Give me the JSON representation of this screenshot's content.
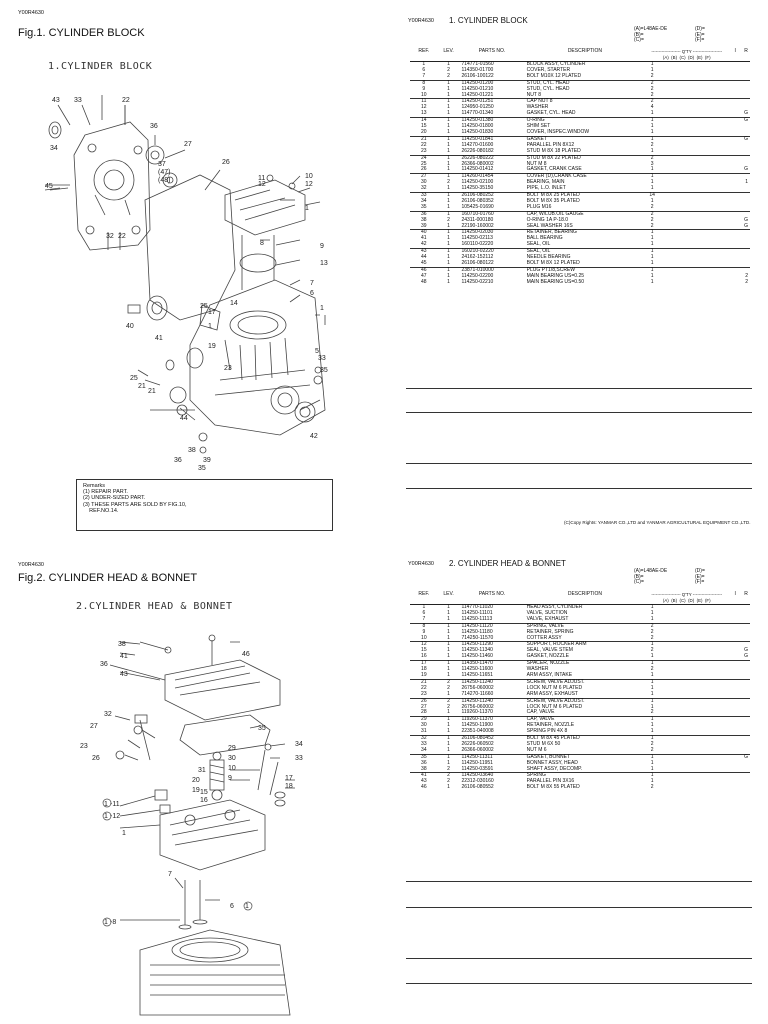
{
  "page1": {
    "doc_id_left": "Y00R4630",
    "fig_title": "Fig.1.  CYLINDER BLOCK",
    "drawing_title": "1.CYLINDER BLOCK",
    "callouts": [
      "43",
      "33",
      "22",
      "36",
      "27",
      "37",
      "47",
      "48",
      "34",
      "45",
      "32",
      "22",
      "11",
      "10",
      "12",
      "26",
      "2",
      "1",
      "8",
      "9",
      "13",
      "7",
      "6",
      "14",
      "40",
      "25",
      "17",
      "1",
      "41",
      "1",
      "19",
      "21",
      "23",
      "44",
      "25",
      "21",
      "38",
      "36",
      "39",
      "35",
      "5",
      "42",
      "1",
      "33",
      "35"
    ],
    "remarks_title": "Remarks",
    "remarks": [
      "(1) REPAIR PART.",
      "(2) UNDER-SIZED PART.",
      "(3) THESE PARTS ARE SOLD BY FIG.10,",
      "    REF.NO.14."
    ],
    "doc_id_right": "Y00R4630",
    "section_title": "1.  CYLINDER BLOCK",
    "models": {
      "a": "(A)=L48AE-DE",
      "b": "(B)=",
      "c": "(C)=",
      "d": "(D)=",
      "e": "(E)=",
      "f": "(F)="
    },
    "headers": {
      "ref": "REF.",
      "lev": "LEV.",
      "pn": "PARTS NO.",
      "desc": "DESCRIPTION",
      "qty": "--------------------  Q'TY  --------------------",
      "i": "I",
      "r": "R",
      "a": "(A)",
      "b": "(B)",
      "c": "(C)",
      "d": "(D)",
      "e": "(E)",
      "f": "(F)"
    },
    "rows": [
      {
        "ref": "1",
        "lev": "1",
        "pn": "714771-01560",
        "desc": "BLOCK ASSY, CYLINDER",
        "qty": "1",
        "r": "",
        "grp": false
      },
      {
        "ref": "6",
        "lev": "2",
        "pn": "114350-01700",
        "desc": "COVER, STARTER",
        "qty": "1",
        "r": "",
        "grp": false
      },
      {
        "ref": "7",
        "lev": "2",
        "pn": "26106-100122",
        "desc": "BOLT M10X 12 PLATED",
        "qty": "2",
        "r": "",
        "grp": false
      },
      {
        "ref": "8",
        "lev": "1",
        "pn": "114250-01200",
        "desc": "STUD, CYL. HEAD",
        "qty": "2",
        "r": "",
        "grp": true
      },
      {
        "ref": "9",
        "lev": "1",
        "pn": "114250-01210",
        "desc": "STUD, CYL. HEAD",
        "qty": "2",
        "r": "",
        "grp": false
      },
      {
        "ref": "10",
        "lev": "1",
        "pn": "114250-01221",
        "desc": "NUT 8",
        "qty": "2",
        "r": "",
        "grp": false
      },
      {
        "ref": "11",
        "lev": "1",
        "pn": "114250-01251",
        "desc": "CAP NUT 8",
        "qty": "2",
        "r": "",
        "grp": true
      },
      {
        "ref": "12",
        "lev": "1",
        "pn": "124950-01250",
        "desc": "WASHER",
        "qty": "4",
        "r": "",
        "grp": false
      },
      {
        "ref": "13",
        "lev": "1",
        "pn": "114770-01340",
        "desc": "GASKET, CYL. HEAD",
        "qty": "1",
        "r": "G",
        "grp": false
      },
      {
        "ref": "14",
        "lev": "1",
        "pn": "114250-01380",
        "desc": "O-RING",
        "qty": "1",
        "r": "G",
        "grp": true
      },
      {
        "ref": "15",
        "lev": "1",
        "pn": "114250-01800",
        "desc": "SHIM SET",
        "qty": "1",
        "r": "",
        "grp": false
      },
      {
        "ref": "20",
        "lev": "1",
        "pn": "114250-01830",
        "desc": "COVER, INSPEC.WINDOW",
        "qty": "1",
        "r": "",
        "grp": false
      },
      {
        "ref": "21",
        "lev": "1",
        "pn": "114250-01841",
        "desc": "GASKET",
        "qty": "1",
        "r": "G",
        "grp": true
      },
      {
        "ref": "22",
        "lev": "1",
        "pn": "114270-01600",
        "desc": "PARALLEL PIN 8X12",
        "qty": "2",
        "r": "",
        "grp": false
      },
      {
        "ref": "23",
        "lev": "1",
        "pn": "26226-080182",
        "desc": "STUD M 8X 18 PLATED",
        "qty": "1",
        "r": "",
        "grp": false
      },
      {
        "ref": "24",
        "lev": "1",
        "pn": "26226-080222",
        "desc": "STUD M 8X 22 PLATED",
        "qty": "2",
        "r": "",
        "grp": true
      },
      {
        "ref": "25",
        "lev": "1",
        "pn": "26366-080002",
        "desc": "NUT M 8",
        "qty": "3",
        "r": "",
        "grp": false
      },
      {
        "ref": "26",
        "lev": "1",
        "pn": "114250-01412",
        "desc": "GASKET, CRANK CASE",
        "qty": "1",
        "r": "G",
        "grp": false
      },
      {
        "ref": "27",
        "lev": "1",
        "pn": "114260-01454",
        "desc": "COVER (D),CRANK CASE",
        "qty": "1",
        "r": "",
        "grp": true
      },
      {
        "ref": "30",
        "lev": "2",
        "pn": "114250-02100",
        "desc": "BEARING, MAIN",
        "qty": "1",
        "r": "1",
        "grp": false
      },
      {
        "ref": "32",
        "lev": "1",
        "pn": "114250-35150",
        "desc": "PIPE, L.O. INLET",
        "qty": "1",
        "r": "",
        "grp": false
      },
      {
        "ref": "33",
        "lev": "1",
        "pn": "26106-080252",
        "desc": "BOLT M 8X 25 PLATED",
        "qty": "14",
        "r": "",
        "grp": true
      },
      {
        "ref": "34",
        "lev": "1",
        "pn": "26106-080352",
        "desc": "BOLT M 8X 35 PLATED",
        "qty": "1",
        "r": "",
        "grp": false
      },
      {
        "ref": "35",
        "lev": "1",
        "pn": "105425-01690",
        "desc": "PLUG M16",
        "qty": "2",
        "r": "",
        "grp": false
      },
      {
        "ref": "36",
        "lev": "1",
        "pn": "160710-01760",
        "desc": "CAP, W/LUB.OIL GAUGE",
        "qty": "2",
        "r": "",
        "grp": true
      },
      {
        "ref": "38",
        "lev": "2",
        "pn": "24311-000180",
        "desc": "O-RING 1A P-18.0",
        "qty": "2",
        "r": "G",
        "grp": false
      },
      {
        "ref": "39",
        "lev": "1",
        "pn": "22190-160002",
        "desc": "SEAL WASHER 16S",
        "qty": "2",
        "r": "G",
        "grp": false
      },
      {
        "ref": "40",
        "lev": "1",
        "pn": "114250-02030",
        "desc": "RETAINER, BEARING",
        "qty": "1",
        "r": "",
        "grp": true
      },
      {
        "ref": "41",
        "lev": "1",
        "pn": "114250-02113",
        "desc": "BALL BEARING",
        "qty": "1",
        "r": "",
        "grp": false
      },
      {
        "ref": "42",
        "lev": "1",
        "pn": "160110-02220",
        "desc": "SEAL, OIL",
        "qty": "1",
        "r": "",
        "grp": false
      },
      {
        "ref": "43",
        "lev": "1",
        "pn": "160210-02220",
        "desc": "SEAL, OIL",
        "qty": "1",
        "r": "",
        "grp": true
      },
      {
        "ref": "44",
        "lev": "1",
        "pn": "24162-152112",
        "desc": "NEEDLE BEARING",
        "qty": "1",
        "r": "",
        "grp": false
      },
      {
        "ref": "45",
        "lev": "1",
        "pn": "26106-080122",
        "desc": "BOLT M 8X 12 PLATED",
        "qty": "1",
        "r": "",
        "grp": false
      },
      {
        "ref": "46",
        "lev": "1",
        "pn": "23871-010000",
        "desc": "PLUG PT1/8,SCREW",
        "qty": "1",
        "r": "",
        "grp": true
      },
      {
        "ref": "47",
        "lev": "1",
        "pn": "114250-02200",
        "desc": "MAIN BEARING US=0.25",
        "qty": "1",
        "r": "2",
        "grp": false
      },
      {
        "ref": "48",
        "lev": "1",
        "pn": "114250-02210",
        "desc": "MAIN BEARING US=0.50",
        "qty": "1",
        "r": "2",
        "grp": false
      }
    ],
    "copyright": "(C)Copy Rights: YANMAR CO.,LTD and YANMAR AGRICULTURAL EQUIPMENT CO.,LTD."
  },
  "page2": {
    "doc_id_left": "Y00R4630",
    "fig_title": "Fig.2.  CYLINDER HEAD & BONNET",
    "drawing_title": "2.CYLINDER HEAD & BONNET",
    "callouts": [
      "38",
      "41",
      "36",
      "43",
      "46",
      "32",
      "27",
      "23",
      "26",
      "35",
      "29",
      "30",
      "10",
      "9",
      "34",
      "33",
      "31",
      "20",
      "19",
      "11",
      "12",
      "15",
      "16",
      "17",
      "18",
      "1",
      "7",
      "6",
      "1",
      "8"
    ],
    "doc_id_right": "Y00R4630",
    "section_title": "2.  CYLINDER HEAD & BONNET",
    "models": {
      "a": "(A)=L48AE-DE",
      "b": "(B)=",
      "c": "(C)=",
      "d": "(D)=",
      "e": "(E)=",
      "f": "(F)="
    },
    "headers": {
      "ref": "REF.",
      "lev": "LEV.",
      "pn": "PARTS NO.",
      "desc": "DESCRIPTION",
      "qty": "--------------------  Q'TY  --------------------",
      "i": "I",
      "r": "R",
      "a": "(A)",
      "b": "(B)",
      "c": "(C)",
      "d": "(D)",
      "e": "(E)",
      "f": "(F)"
    },
    "rows": [
      {
        "ref": "1",
        "lev": "1",
        "pn": "114770-11020",
        "desc": "HEAD ASSY, CYLINDER",
        "qty": "1",
        "r": "",
        "grp": false
      },
      {
        "ref": "6",
        "lev": "1",
        "pn": "114250-11101",
        "desc": "VALVE, SUCTION",
        "qty": "1",
        "r": "",
        "grp": false
      },
      {
        "ref": "7",
        "lev": "1",
        "pn": "114250-11113",
        "desc": "VALVE, EXHAUST",
        "qty": "1",
        "r": "",
        "grp": false
      },
      {
        "ref": "8",
        "lev": "1",
        "pn": "114250-11120",
        "desc": "SPRING, VALVE",
        "qty": "2",
        "r": "",
        "grp": true
      },
      {
        "ref": "9",
        "lev": "1",
        "pn": "114250-11180",
        "desc": "RETAINER, SPRING",
        "qty": "2",
        "r": "",
        "grp": false
      },
      {
        "ref": "10",
        "lev": "1",
        "pn": "714250-11570",
        "desc": "COTTER ASSY",
        "qty": "2",
        "r": "",
        "grp": false
      },
      {
        "ref": "12",
        "lev": "1",
        "pn": "114250-11290",
        "desc": "SUPPORT, ROCKER ARM",
        "qty": "1",
        "r": "",
        "grp": true
      },
      {
        "ref": "15",
        "lev": "1",
        "pn": "114250-11340",
        "desc": "SEAL, VALVE STEM",
        "qty": "2",
        "r": "G",
        "grp": false
      },
      {
        "ref": "16",
        "lev": "1",
        "pn": "114250-11460",
        "desc": "GASKET, NOZZLE",
        "qty": "1",
        "r": "G",
        "grp": false
      },
      {
        "ref": "17",
        "lev": "1",
        "pn": "114350-11470",
        "desc": "SPACER, NOZZLE",
        "qty": "1",
        "r": "",
        "grp": true
      },
      {
        "ref": "18",
        "lev": "1",
        "pn": "114250-11600",
        "desc": "WASHER",
        "qty": "2",
        "r": "",
        "grp": false
      },
      {
        "ref": "19",
        "lev": "1",
        "pn": "114250-11651",
        "desc": "ARM ASSY, INTAKE",
        "qty": "1",
        "r": "",
        "grp": false
      },
      {
        "ref": "21",
        "lev": "2",
        "pn": "114250-11240",
        "desc": "SCREW, VALVE ADJUST.",
        "qty": "1",
        "r": "",
        "grp": true
      },
      {
        "ref": "22",
        "lev": "2",
        "pn": "26756-060002",
        "desc": "LOCK NUT M 6 PLATED",
        "qty": "1",
        "r": "",
        "grp": false
      },
      {
        "ref": "23",
        "lev": "1",
        "pn": "714270-11660",
        "desc": "ARM ASSY, EXHAUST",
        "qty": "1",
        "r": "",
        "grp": false
      },
      {
        "ref": "26",
        "lev": "2",
        "pn": "114250-11240",
        "desc": "SCREW, VALVE ADJUST.",
        "qty": "1",
        "r": "",
        "grp": true
      },
      {
        "ref": "27",
        "lev": "2",
        "pn": "26756-060002",
        "desc": "LOCK NUT M 6 PLATED",
        "qty": "1",
        "r": "",
        "grp": false
      },
      {
        "ref": "28",
        "lev": "1",
        "pn": "119260-11370",
        "desc": "CAP, VALVE",
        "qty": "2",
        "r": "",
        "grp": false
      },
      {
        "ref": "29",
        "lev": "1",
        "pn": "119260-11370",
        "desc": "CAP, VALVE",
        "qty": "1",
        "r": "",
        "grp": true
      },
      {
        "ref": "30",
        "lev": "1",
        "pn": "114250-11900",
        "desc": "RETAINER, NOZZLE",
        "qty": "1",
        "r": "",
        "grp": false
      },
      {
        "ref": "31",
        "lev": "1",
        "pn": "22351-040008",
        "desc": "SPRING PIN 4X 8",
        "qty": "1",
        "r": "",
        "grp": false
      },
      {
        "ref": "32",
        "lev": "1",
        "pn": "26106-080452",
        "desc": "BOLT M 8X 45 PLATED",
        "qty": "1",
        "r": "",
        "grp": true
      },
      {
        "ref": "33",
        "lev": "1",
        "pn": "26226-060502",
        "desc": "STUD M 6X 50",
        "qty": "2",
        "r": "",
        "grp": false
      },
      {
        "ref": "34",
        "lev": "1",
        "pn": "26366-060002",
        "desc": "NUT M 6",
        "qty": "2",
        "r": "",
        "grp": false
      },
      {
        "ref": "35",
        "lev": "1",
        "pn": "114250-11311",
        "desc": "GASKET, BONNET",
        "qty": "1",
        "r": "G",
        "grp": true
      },
      {
        "ref": "36",
        "lev": "1",
        "pn": "114250-11951",
        "desc": "BONNET ASSY, HEAD",
        "qty": "1",
        "r": "",
        "grp": false
      },
      {
        "ref": "38",
        "lev": "2",
        "pn": "114250-03591",
        "desc": "SHAFT ASSY, DECOMP.",
        "qty": "1",
        "r": "",
        "grp": false
      },
      {
        "ref": "41",
        "lev": "2",
        "pn": "114250-03640",
        "desc": "SPRING",
        "qty": "1",
        "r": "",
        "grp": true
      },
      {
        "ref": "43",
        "lev": "2",
        "pn": "22312-030160",
        "desc": "PARALLEL PIN 3X16",
        "qty": "1",
        "r": "",
        "grp": false
      },
      {
        "ref": "46",
        "lev": "1",
        "pn": "26106-080552",
        "desc": "BOLT M 8X 55 PLATED",
        "qty": "2",
        "r": "",
        "grp": false
      }
    ]
  }
}
